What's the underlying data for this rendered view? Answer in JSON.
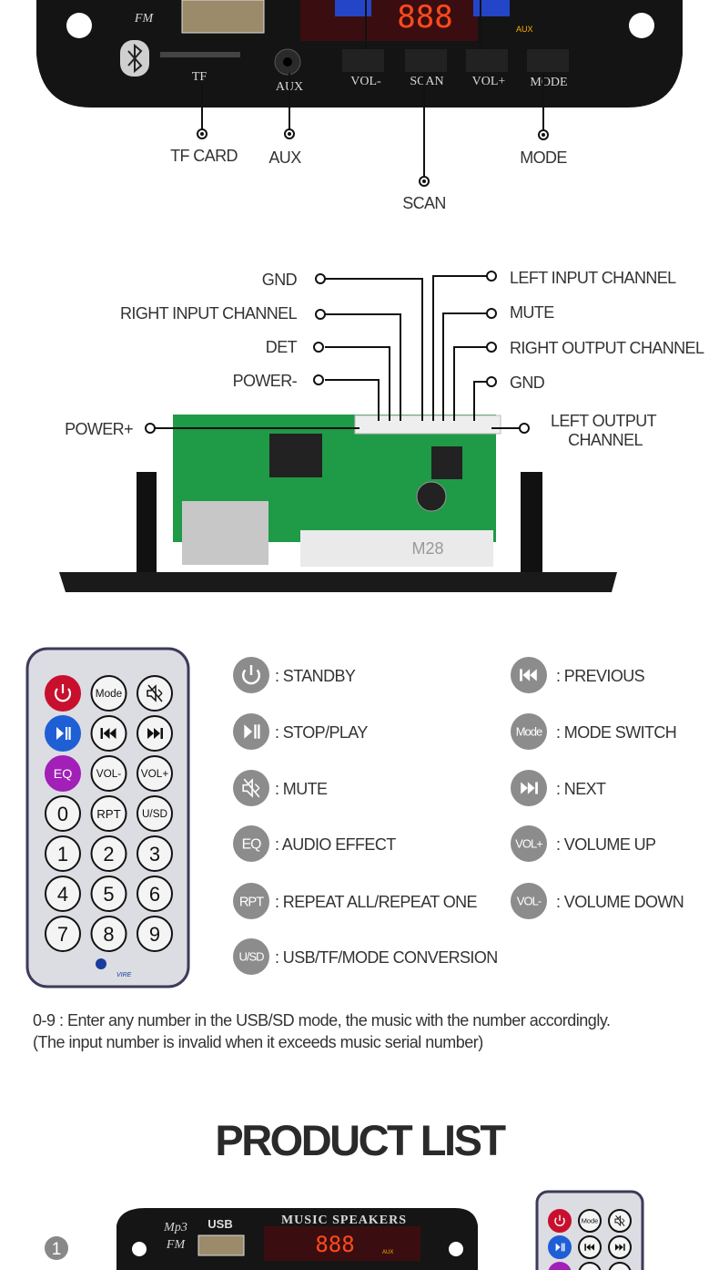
{
  "top_panel": {
    "logo_fm": "FM",
    "display_digits": "888",
    "display_aux": "AUX",
    "port_labels": {
      "tf": "TF",
      "aux": "AUX",
      "vol_minus": "VOL-",
      "scan": "SCAN",
      "vol_plus": "VOL+",
      "mode": "MODE"
    },
    "callouts": {
      "tf_card": "TF CARD",
      "aux": "AUX",
      "scan": "SCAN",
      "mode": "MODE"
    }
  },
  "connector": {
    "left": {
      "gnd": "GND",
      "right_input": "RIGHT INPUT CHANNEL",
      "det": "DET",
      "power_minus": "POWER-",
      "power_plus": "POWER+"
    },
    "right": {
      "left_input": "LEFT INPUT CHANNEL",
      "mute": "MUTE",
      "right_output": "RIGHT OUTPUT CHANNEL",
      "gnd": "GND",
      "left_output_1": "LEFT OUTPUT",
      "left_output_2": "CHANNEL"
    },
    "board_label": "M28"
  },
  "remote": {
    "brand": "VIRE",
    "buttons": [
      [
        {
          "icon": "power",
          "color": "#c8102e"
        },
        {
          "text": "Mode"
        },
        {
          "icon": "mute"
        }
      ],
      [
        {
          "icon": "play-pause",
          "color": "#1f5fd6"
        },
        {
          "icon": "previous"
        },
        {
          "icon": "next"
        }
      ],
      [
        {
          "text": "EQ",
          "color": "#a21fb8"
        },
        {
          "text": "VOL-"
        },
        {
          "text": "VOL+"
        }
      ],
      [
        {
          "text": "0"
        },
        {
          "text": "RPT"
        },
        {
          "text": "U/SD"
        }
      ],
      [
        {
          "text": "1"
        },
        {
          "text": "2"
        },
        {
          "text": "3"
        }
      ],
      [
        {
          "text": "4"
        },
        {
          "text": "5"
        },
        {
          "text": "6"
        }
      ],
      [
        {
          "text": "7"
        },
        {
          "text": "8"
        },
        {
          "text": "9"
        }
      ]
    ]
  },
  "legend": {
    "left": [
      {
        "icon": "power",
        "label": ":  STANDBY"
      },
      {
        "icon": "play-pause",
        "label": ":  STOP/PLAY"
      },
      {
        "icon": "mute",
        "label": ":  MUTE"
      },
      {
        "text": "EQ",
        "label": ":  AUDIO EFFECT"
      },
      {
        "text": "RPT",
        "label": ": REPEAT ALL/REPEAT ONE"
      },
      {
        "text": "U/SD",
        "label": ": USB/TF/MODE CONVERSION"
      }
    ],
    "right": [
      {
        "icon": "previous",
        "label": ":  PREVIOUS"
      },
      {
        "text": "Mode",
        "label": ":  MODE SWITCH"
      },
      {
        "icon": "next",
        "label": ":  NEXT"
      },
      {
        "text": "VOL+",
        "label": ":  VOLUME UP"
      },
      {
        "text": "VOL-",
        "label": ":  VOLUME DOWN"
      }
    ]
  },
  "note": {
    "line1": "0-9 : Enter any number in the USB/SD mode, the  music with the number accordingly.",
    "line2": "(The input number is invalid when it exceeds music serial number)"
  },
  "product_list": {
    "heading": "PRODUCT LIST",
    "item_number": "1",
    "board": {
      "mp3": "Mp3",
      "fm": "FM",
      "usb": "USB",
      "title": "MUSIC SPEAKERS",
      "digits": "888",
      "aux": "AUX"
    }
  }
}
